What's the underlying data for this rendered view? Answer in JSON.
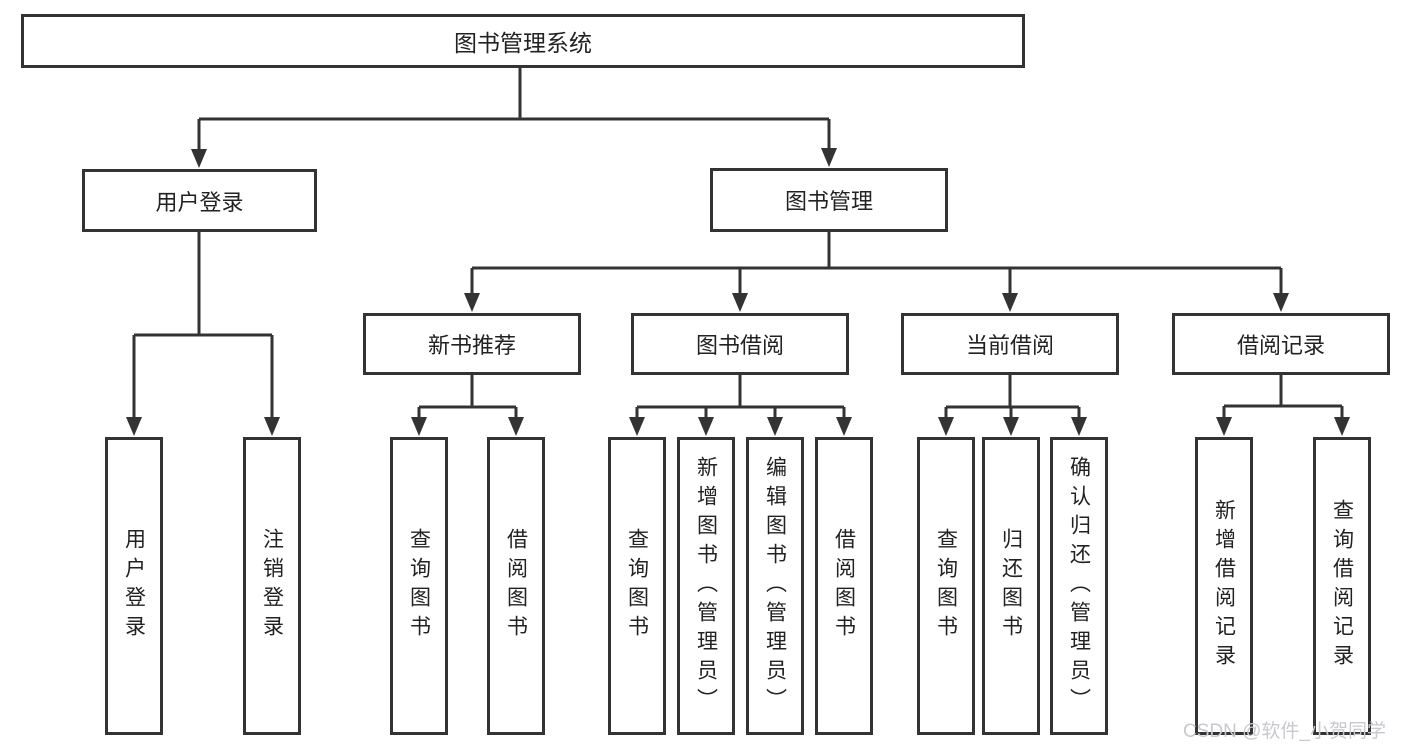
{
  "tree": {
    "root": {
      "label": "图书管理系统",
      "children": [
        {
          "label": "用户登录",
          "children": [
            {
              "label": "用户登录"
            },
            {
              "label": "注销登录"
            }
          ]
        },
        {
          "label": "图书管理",
          "children": [
            {
              "label": "新书推荐",
              "children": [
                {
                  "label": "查询图书"
                },
                {
                  "label": "借阅图书"
                }
              ]
            },
            {
              "label": "图书借阅",
              "children": [
                {
                  "label": "查询图书"
                },
                {
                  "label": "新增图书（管理员）"
                },
                {
                  "label": "编辑图书（管理员）"
                },
                {
                  "label": "借阅图书"
                }
              ]
            },
            {
              "label": "当前借阅",
              "children": [
                {
                  "label": "查询图书"
                },
                {
                  "label": "归还图书"
                },
                {
                  "label": "确认归还（管理员）"
                }
              ]
            },
            {
              "label": "借阅记录",
              "children": [
                {
                  "label": "新增借阅记录"
                },
                {
                  "label": "查询借阅记录"
                }
              ]
            }
          ]
        }
      ]
    },
    "watermark": "CSDN @软件_小贺同学",
    "colors": {
      "line": "#333333",
      "text": "#222222",
      "watermark": "#c9c9cd",
      "background": "#ffffff"
    }
  }
}
